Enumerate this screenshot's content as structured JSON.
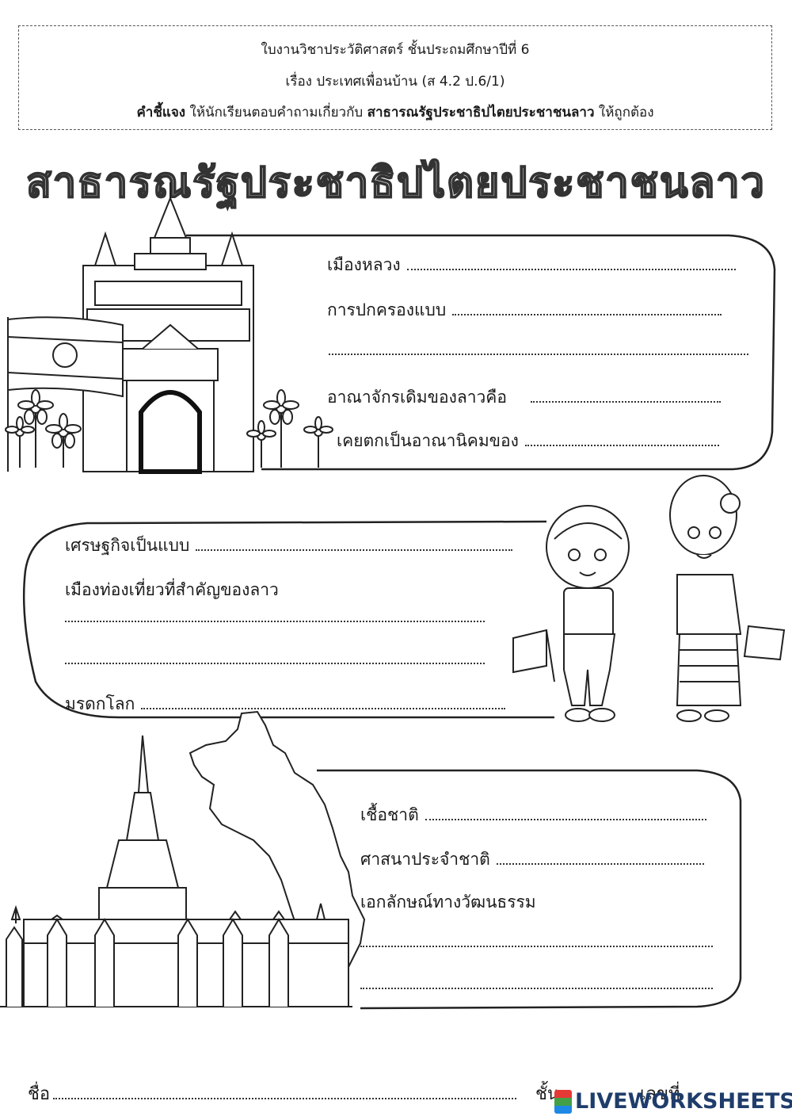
{
  "header": {
    "line1": "ใบงานวิชาประวัติศาสตร์   ชั้นประถมศึกษาปีที่ 6",
    "line2": "เรื่อง ประเทศเพื่อนบ้าน (ส 4.2  ป.6/1)",
    "instr_label": "คำชี้แจง",
    "instr_text": "  ให้นักเรียนตอบคำถามเกี่ยวกับ ",
    "instr_country": "สาธารณรัฐประชาธิปไตยประชาชนลาว",
    "instr_end": " ให้ถูกต้อง"
  },
  "title": "สาธารณรัฐประชาธิปไตยประชาชนลาว",
  "section1": {
    "capital": "เมืองหลวง",
    "government": "การปกครองแบบ",
    "former_kingdom": "อาณาจักรเดิมของลาวคือ",
    "colony_of": "เคยตกเป็นอาณานิคมของ"
  },
  "section2": {
    "economy": "เศรษฐกิจเป็นแบบ",
    "attractions": "เมืองท่องเที่ยวที่สำคัญของลาว",
    "heritage": "มรดกโลก"
  },
  "section3": {
    "ethnicity": "เชื้อชาติ",
    "religion": "ศาสนาประจำชาติ",
    "culture": "เอกลักษณ์ทางวัฒนธรรม"
  },
  "footer": {
    "name": "ชื่อ",
    "class": "ชั้น",
    "number": "เลขที่"
  },
  "logo": {
    "text": "LIVEWORKSHEETS"
  }
}
